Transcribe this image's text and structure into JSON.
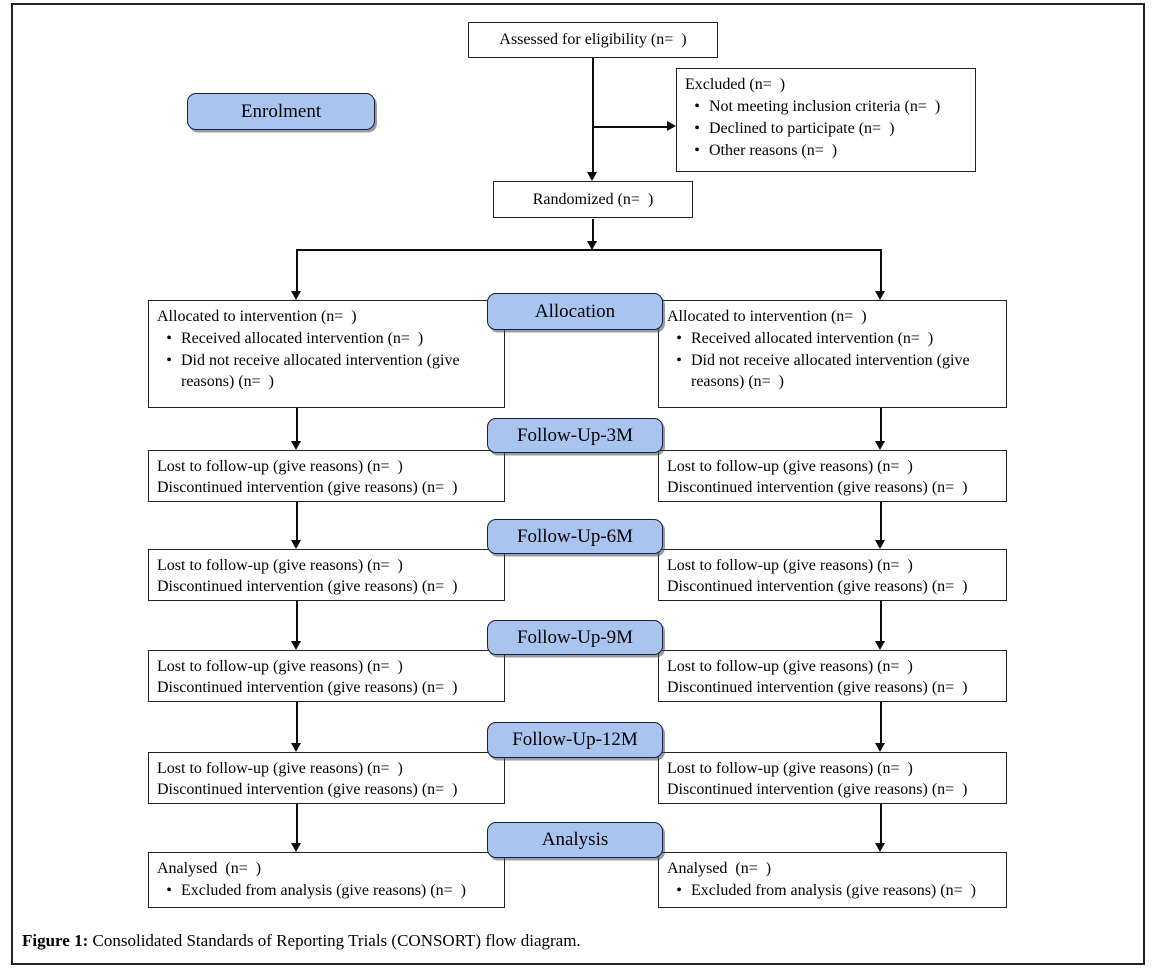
{
  "glyphs": {
    "bullet": "•"
  },
  "colors": {
    "stage_fill": "#a9c5ef",
    "line": "#0d0d0d"
  },
  "stage_labels": {
    "enrolment": "Enrolment",
    "allocation": "Allocation",
    "followup_3m": "Follow-Up-3M",
    "followup_6m": "Follow-Up-6M",
    "followup_9m": "Follow-Up-9M",
    "followup_12m": "Follow-Up-12M",
    "analysis": "Analysis"
  },
  "boxes": {
    "assessed": "Assessed for eligibility (n=  )",
    "randomized": "Randomized (n=  )",
    "excluded": {
      "title": "Excluded (n=  )",
      "bullets": [
        "Not meeting inclusion criteria (n=  )",
        "Declined to participate (n=  )",
        "Other reasons (n=  )"
      ]
    },
    "allocated": {
      "title": "Allocated to intervention (n=  )",
      "bullets": [
        "Received allocated intervention (n=  )",
        "Did not receive allocated intervention (give reasons) (n=  )"
      ]
    },
    "followup_lines": [
      "Lost to follow-up (give reasons) (n=  )",
      "Discontinued intervention (give reasons) (n=  )"
    ],
    "analysed": {
      "title": "Analysed  (n=  )",
      "bullets": [
        "Excluded from analysis (give reasons) (n=  )"
      ]
    }
  },
  "figure": {
    "caption_prefix": "Figure 1:",
    "caption_text": " Consolidated Standards of Reporting Trials (CONSORT) flow diagram."
  }
}
